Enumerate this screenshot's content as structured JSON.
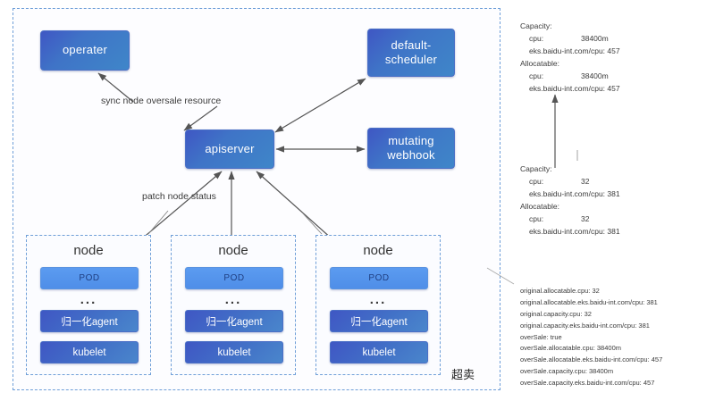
{
  "diagram": {
    "boundary_label": "超卖",
    "boxes": {
      "operater": "operater",
      "scheduler_line1": "default-",
      "scheduler_line2": "scheduler",
      "apiserver": "apiserver",
      "webhook_line1": "mutating",
      "webhook_line2": "webhook"
    },
    "edge_labels": {
      "sync": "sync node oversale resource",
      "patch": "patch  node status"
    },
    "node_groups": [
      {
        "title": "node",
        "pod": "POD",
        "dots": "...",
        "agent": "归一化agent",
        "kubelet": "kubelet"
      },
      {
        "title": "node",
        "pod": "POD",
        "dots": "...",
        "agent": "归一化agent",
        "kubelet": "kubelet"
      },
      {
        "title": "node",
        "pod": "POD",
        "dots": "...",
        "agent": "归一化agent",
        "kubelet": "kubelet"
      }
    ]
  },
  "info_blocks": {
    "oversold": {
      "capacity_header": "Capacity:",
      "capacity_cpu_key": "cpu:",
      "capacity_cpu_val": "38400m",
      "capacity_eks_key": "eks.baidu-int.com/cpu:",
      "capacity_eks_val": "457",
      "allocatable_header": "Allocatable:",
      "allocatable_cpu_key": "cpu:",
      "allocatable_cpu_val": "38400m",
      "allocatable_eks_key": "eks.baidu-int.com/cpu:",
      "allocatable_eks_val": "457"
    },
    "original": {
      "capacity_header": "Capacity:",
      "capacity_cpu_key": "cpu:",
      "capacity_cpu_val": "32",
      "capacity_eks_key": "eks.baidu-int.com/cpu:",
      "capacity_eks_val": "381",
      "allocatable_header": "Allocatable:",
      "allocatable_cpu_key": "cpu:",
      "allocatable_cpu_val": "32",
      "allocatable_eks_key": "eks.baidu-int.com/cpu:",
      "allocatable_eks_val": "381"
    }
  },
  "annotations": [
    "original.allocatable.cpu: 32",
    "original.allocatable.eks.baidu-int.com/cpu: 381",
    "original.capacity.cpu: 32",
    "original.capacity.eks.baidu-int.com/cpu: 381",
    "overSale: true",
    "overSale.allocatable.cpu: 38400m",
    "overSale.allocatable.eks.baidu-int.com/cpu: 457",
    "overSale.capacity.cpu: 38400m",
    "overSale.capacity.eks.baidu-int.com/cpu: 457"
  ],
  "colors": {
    "box_gradient_start": "#3f57c4",
    "box_gradient_end": "#3f86c9",
    "pod_blue": "#5b9bf0",
    "dashed_border": "#6f9fd8",
    "arrow": "#555555",
    "text": "#3b3b3b"
  }
}
